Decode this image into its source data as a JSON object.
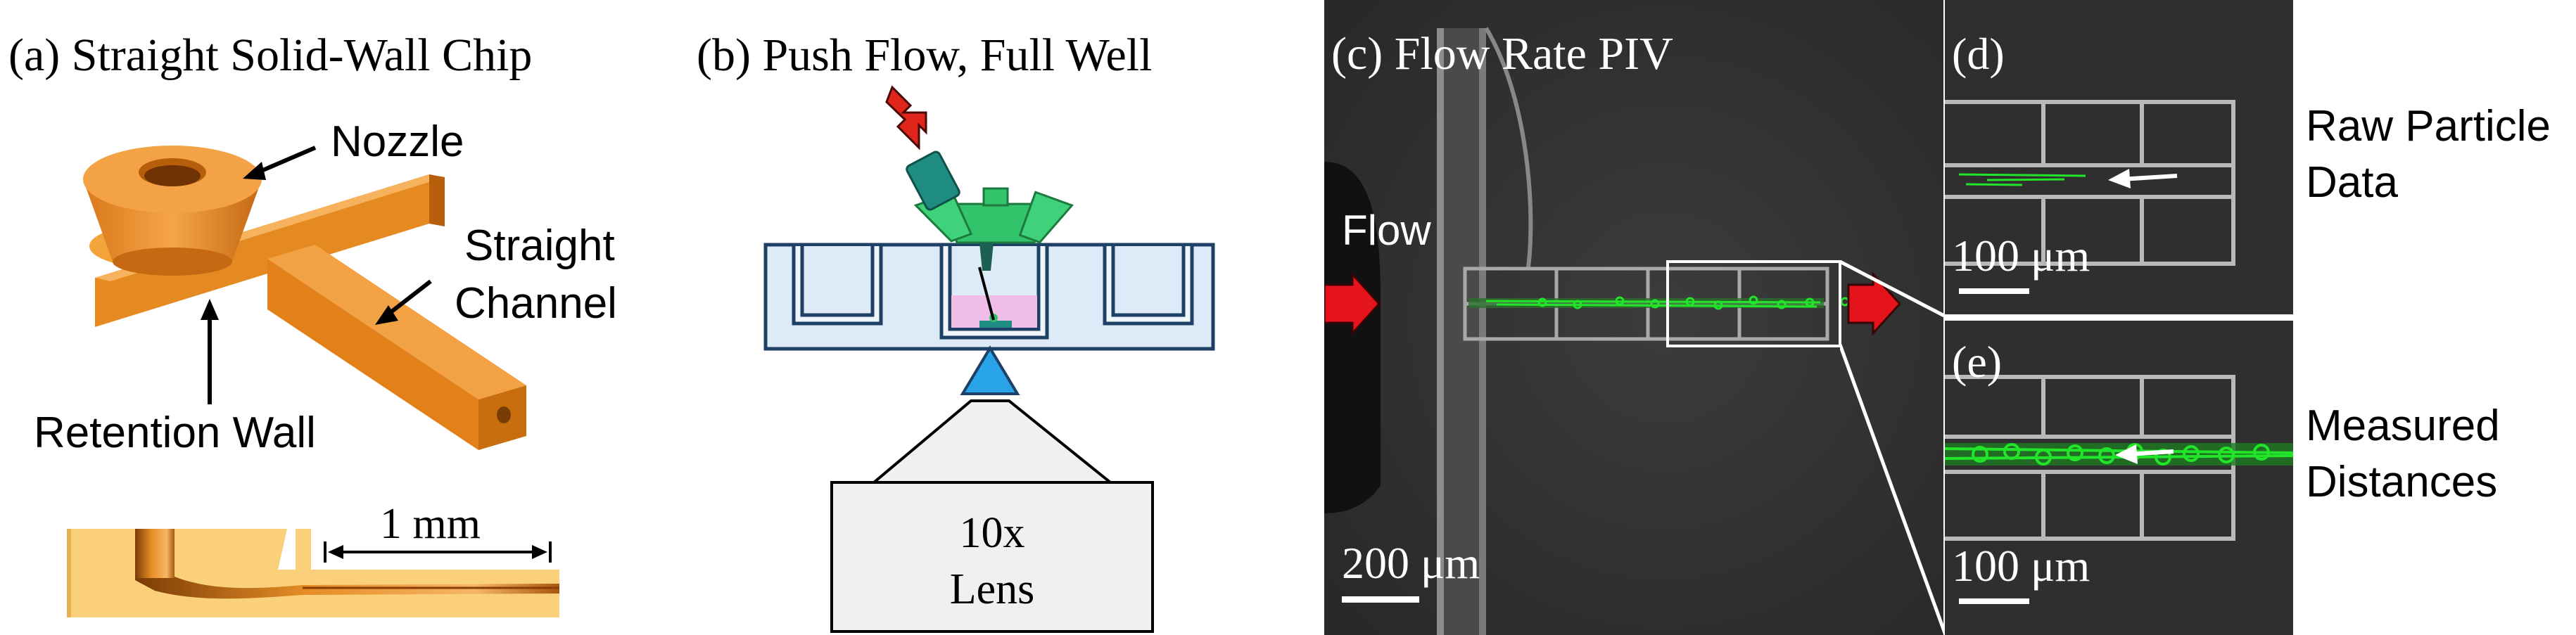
{
  "panel_a": {
    "title": "(a) Straight Solid-Wall Chip",
    "label_nozzle": "Nozzle",
    "label_channel_1": "Straight",
    "label_channel_2": "Channel",
    "label_wall": "Retention Wall",
    "scale_label": "1 mm"
  },
  "panel_b": {
    "title": "(b) Push Flow, Full Well",
    "lens_line_1": "10x",
    "lens_line_2": "Lens"
  },
  "panel_c": {
    "title": "(c) Flow Rate PIV",
    "flow_label": "Flow",
    "scale_label": "200 μm"
  },
  "panel_d": {
    "tag": "(d)",
    "annotation_1": "Raw Particle",
    "annotation_2": "Data",
    "scale_label": "100 μm"
  },
  "panel_e": {
    "tag": "(e)",
    "annotation_1": "Measured",
    "annotation_2": "Distances",
    "scale_label": "100 μm"
  },
  "colors": {
    "chip_orange": "#E88A1E",
    "chip_orange_dark": "#C96E0E",
    "chip_light": "#FBD17A",
    "well_blue": "#DCEBF7",
    "well_stroke": "#1E3F66",
    "nozzle_green": "#33C36A",
    "nozzle_teal": "#1E8C80",
    "push_arrow": "#E0251B",
    "lens_cone": "#2AA4E8",
    "pink_medium": "#EFBDE8",
    "flow_arrow_red": "#E5141B",
    "particle_green": "#22E52A"
  }
}
